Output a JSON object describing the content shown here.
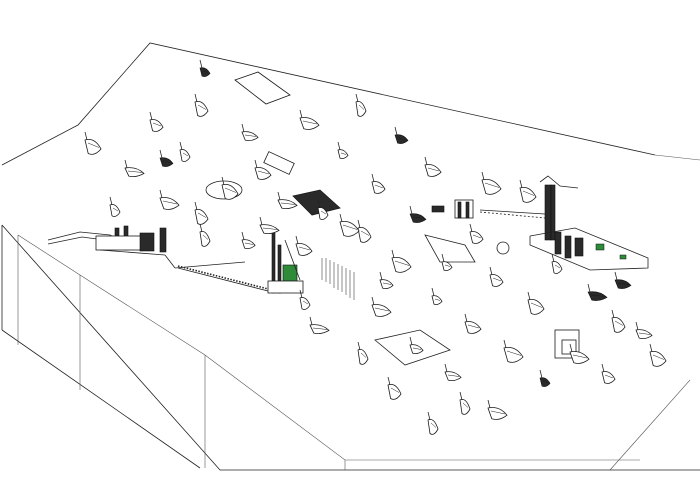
{
  "drawing": {
    "kind": "axonometric-site-drawing",
    "line_color": "#222222",
    "accent_color": "#2e8b3a",
    "background": "#ffffff",
    "object_counts": {
      "small_sculptures": 58,
      "structures": 3
    }
  }
}
